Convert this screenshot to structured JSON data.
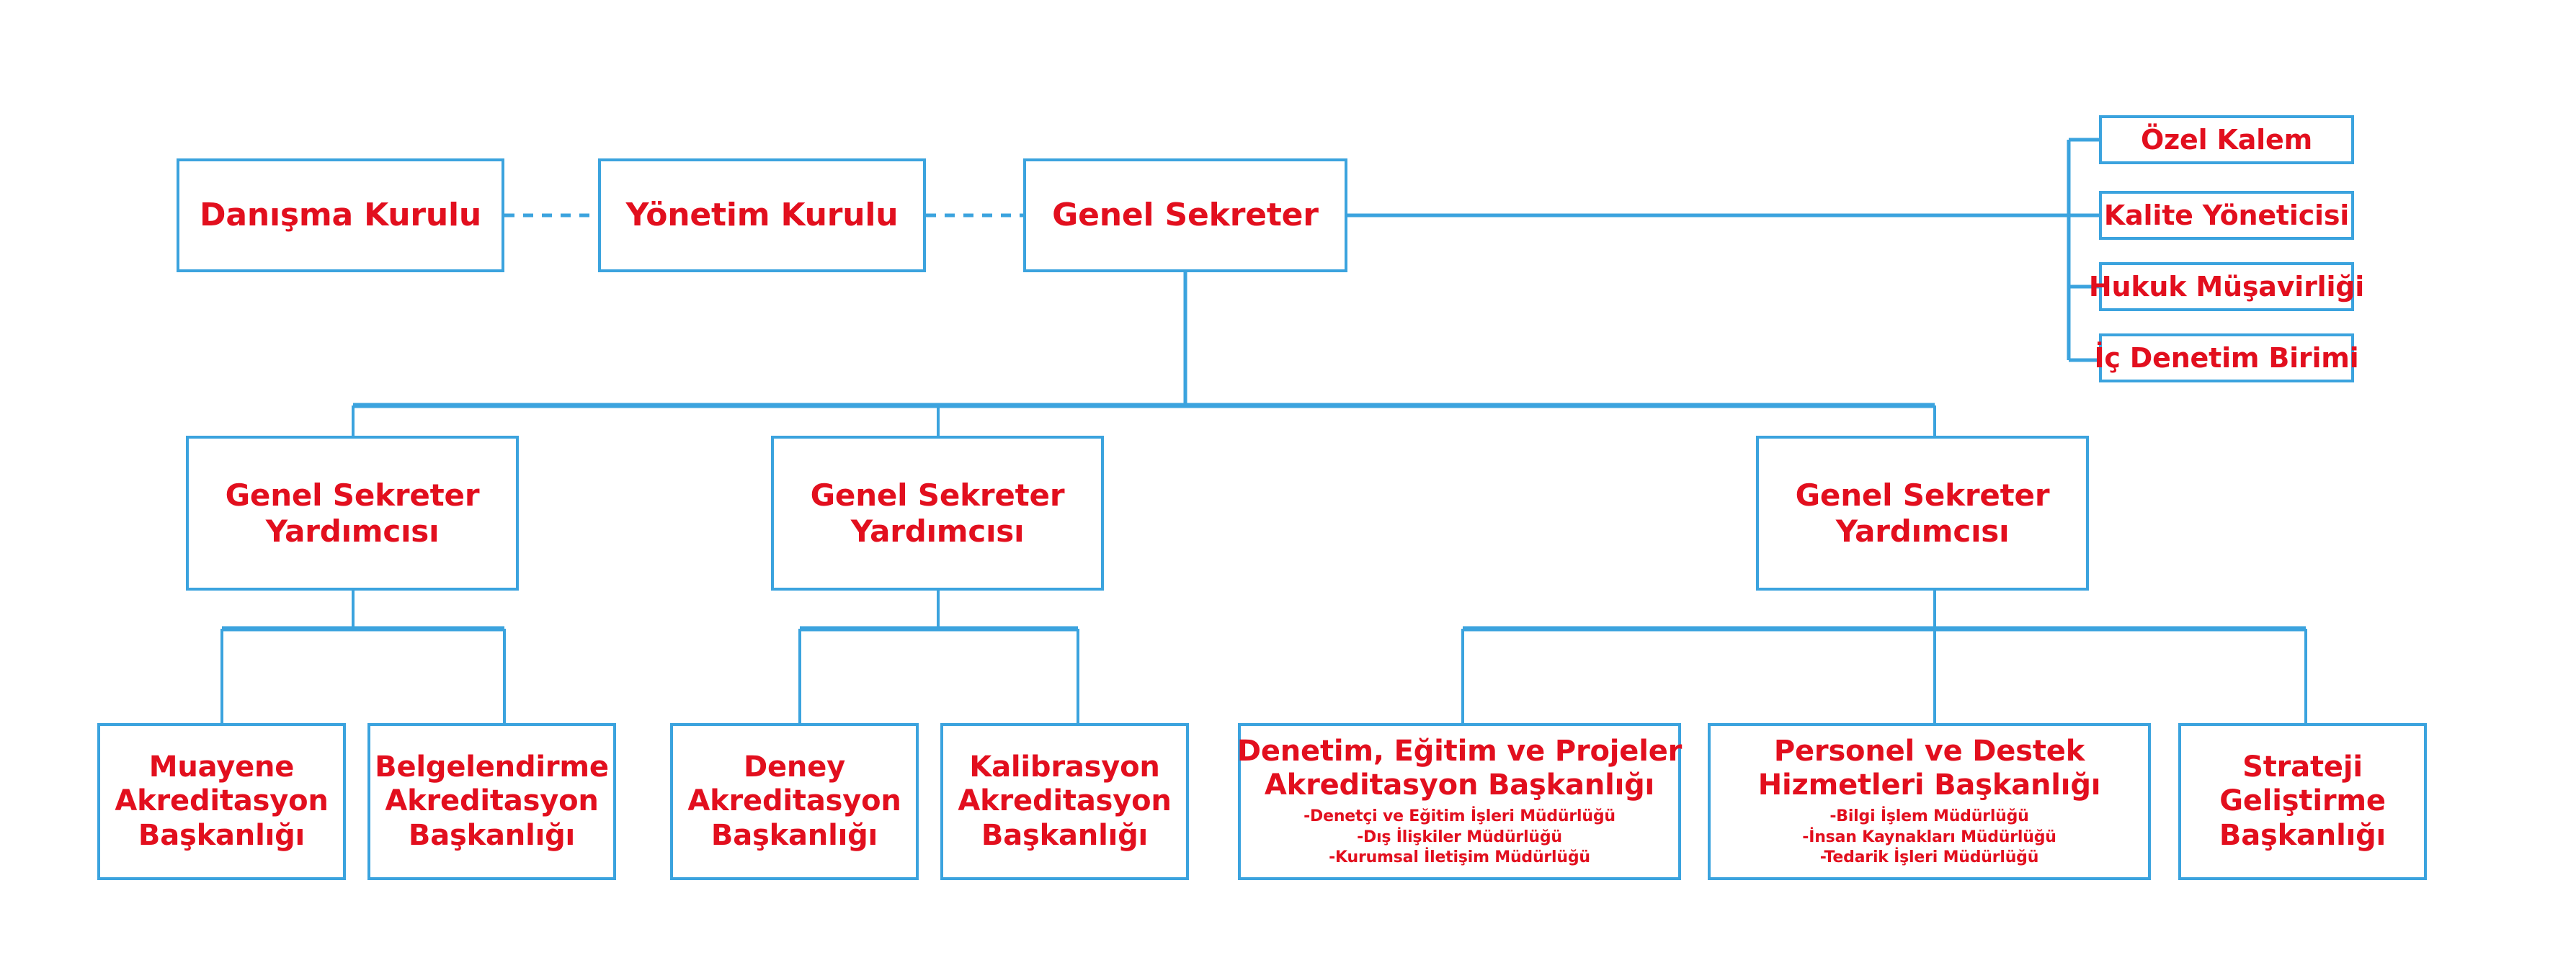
{
  "meta": {
    "title": "Organizasyon Şeması",
    "colors": {
      "line": "#3BA3DE",
      "box_border": "#3BA3DE",
      "text": "#E20F1E",
      "background": "#FFFFFF"
    }
  },
  "top_row": [
    {
      "id": "danisma-kurulu",
      "lines": [
        "Danışma Kurulu"
      ]
    },
    {
      "id": "yonetim-kurulu",
      "lines": [
        "Yönetim Kurulu"
      ]
    },
    {
      "id": "genel-sekreter",
      "lines": [
        "Genel Sekreter"
      ]
    }
  ],
  "staff_units": [
    {
      "id": "ozel-kalem",
      "label": "Özel Kalem"
    },
    {
      "id": "kalite-yoneticisi",
      "label": "Kalite Yöneticisi"
    },
    {
      "id": "hukuk-musavirligi",
      "label": "Hukuk Müşavirliği"
    },
    {
      "id": "ic-denetim-birimi",
      "label": "İç Denetim Birimi"
    }
  ],
  "deputies": [
    {
      "id": "gsy-1",
      "lines": [
        "Genel Sekreter",
        "Yardımcısı"
      ]
    },
    {
      "id": "gsy-2",
      "lines": [
        "Genel Sekreter",
        "Yardımcısı"
      ]
    },
    {
      "id": "gsy-3",
      "lines": [
        "Genel Sekreter",
        "Yardımcısı"
      ]
    }
  ],
  "departments": [
    {
      "id": "muayene",
      "lines": [
        "Muayene",
        "Akreditasyon",
        "Başkanlığı"
      ],
      "sub": []
    },
    {
      "id": "belgelendirme",
      "lines": [
        "Belgelendirme",
        "Akreditasyon",
        "Başkanlığı"
      ],
      "sub": []
    },
    {
      "id": "deney",
      "lines": [
        "Deney",
        "Akreditasyon",
        "Başkanlığı"
      ],
      "sub": []
    },
    {
      "id": "kalibrasyon",
      "lines": [
        "Kalibrasyon",
        "Akreditasyon",
        "Başkanlığı"
      ],
      "sub": []
    },
    {
      "id": "denetim-egitim-projeler",
      "lines": [
        "Denetim, Eğitim ve Projeler",
        "Akreditasyon Başkanlığı"
      ],
      "sub": [
        "-Denetçi ve Eğitim İşleri Müdürlüğü",
        "-Dış İlişkiler Müdürlüğü",
        "-Kurumsal İletişim Müdürlüğü"
      ]
    },
    {
      "id": "personel-destek",
      "lines": [
        "Personel ve Destek",
        "Hizmetleri Başkanlığı"
      ],
      "sub": [
        "-Bilgi İşlem Müdürlüğü",
        "-İnsan Kaynakları Müdürlüğü",
        "-Tedarik İşleri Müdürlüğü"
      ]
    },
    {
      "id": "strateji-gelistirme",
      "lines": [
        "Strateji",
        "Geliştirme",
        "Başkanlığı"
      ],
      "sub": []
    }
  ]
}
